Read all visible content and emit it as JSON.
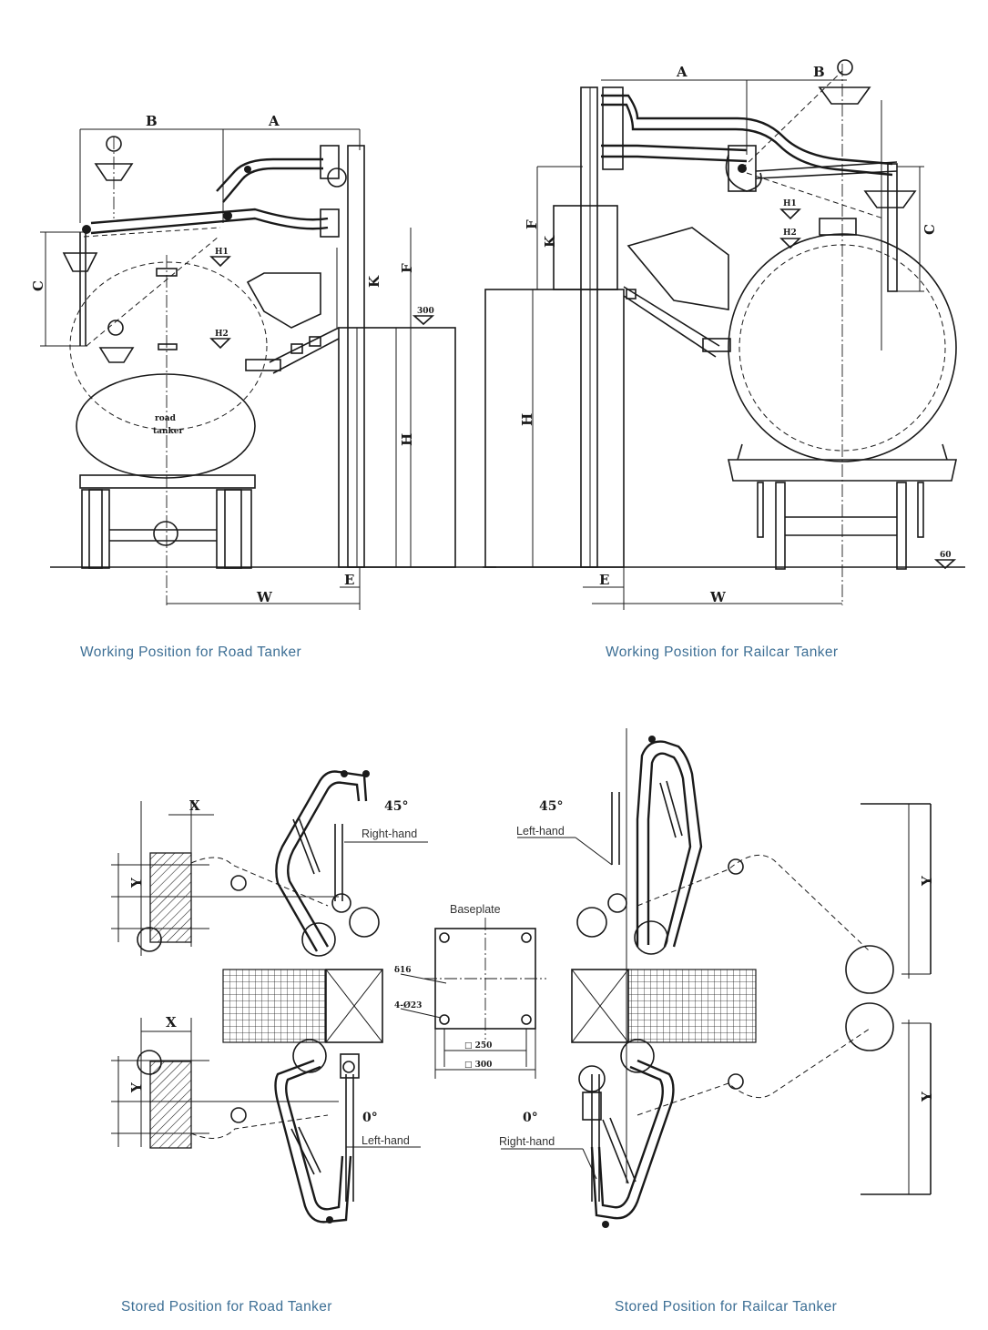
{
  "captions": {
    "working_road": "Working Position for Road Tanker",
    "working_rail": "Working Position for Railcar Tanker",
    "stored_road": "Stored Position for Road Tanker",
    "stored_rail": "Stored Position for Railcar Tanker"
  },
  "dimension_letters": {
    "a": "A",
    "b": "B",
    "c": "C",
    "e": "E",
    "f": "F",
    "h": "H",
    "h1": "H1",
    "h2": "H2",
    "k": "K",
    "w": "W",
    "x": "X",
    "y": "Y"
  },
  "small_marks": {
    "level_300": "300",
    "level_60": "60"
  },
  "tanker_label": {
    "line1": "road",
    "line2": "tanker"
  },
  "stored_labels": {
    "angle_45": "45°",
    "angle_0": "0°",
    "right_hand": "Right-hand",
    "left_hand": "Left-hand",
    "baseplate": "Baseplate",
    "plate_thickness": "δ16",
    "bolt_holes": "4-Ø23",
    "dim_250": "□ 250",
    "dim_300": "□ 300"
  }
}
